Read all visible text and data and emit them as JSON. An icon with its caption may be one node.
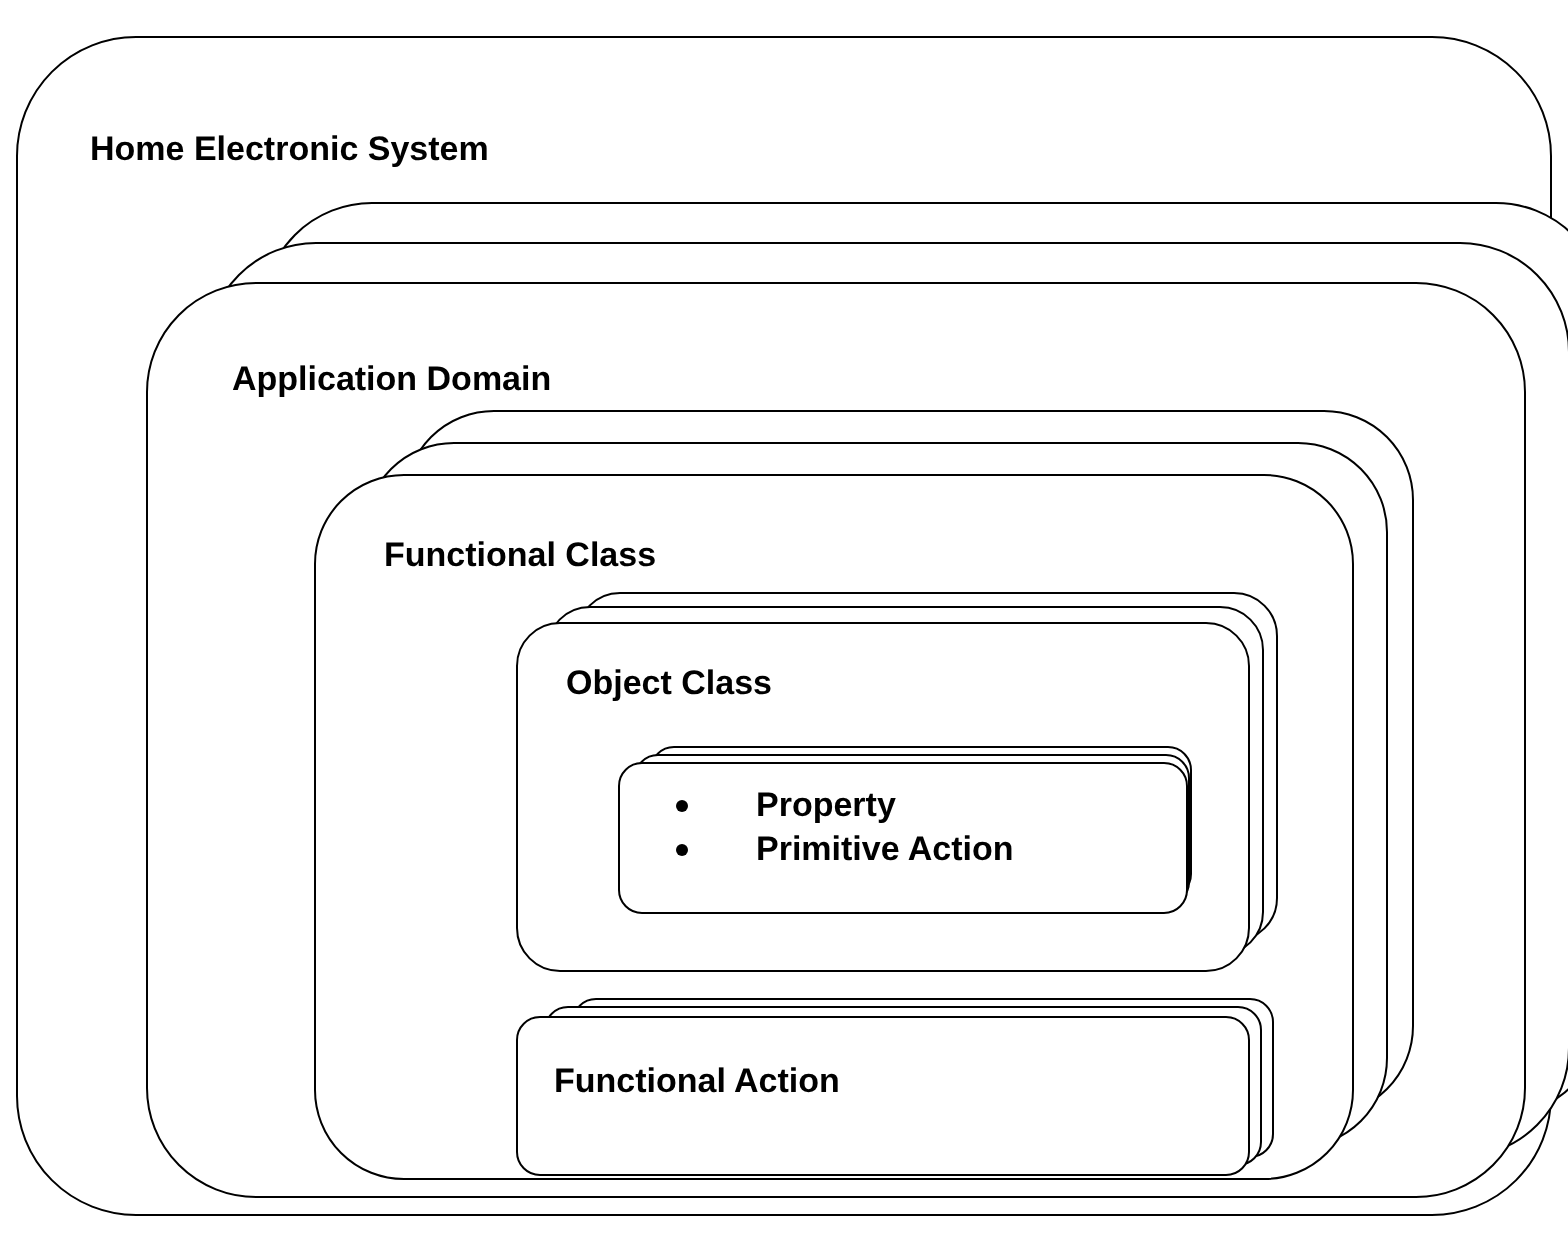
{
  "diagram": {
    "nodes": [
      {
        "text": [
          "Home Electronic System"
        ]
      },
      {
        "text": [
          "Application Domain"
        ],
        "in": 0
      },
      {
        "text": [
          "Functional Class"
        ],
        "in": 1
      },
      {
        "text": [
          "Object Class"
        ],
        "in": 2
      },
      {
        "text": [
          "Property",
          "Primitive Action"
        ],
        "in": 3
      },
      {
        "text": [
          "Functional Action"
        ],
        "in": 2
      }
    ]
  }
}
